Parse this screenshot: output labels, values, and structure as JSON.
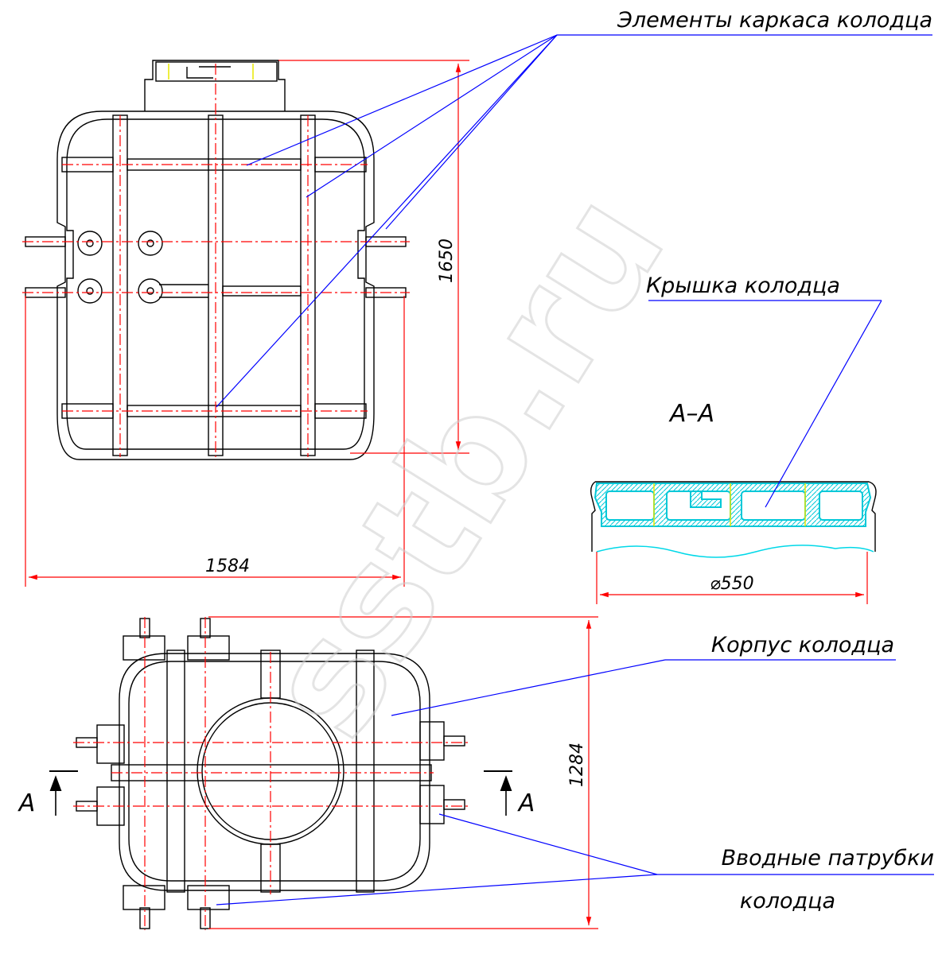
{
  "labels": {
    "frame_elements": "Элементы каркаса колодца",
    "lid": "Крышка колодца",
    "body": "Корпус колодца",
    "pipes_line1": "Вводные патрубки",
    "pipes_line2": "колодца",
    "section": "A–A",
    "section_mark_left": "A",
    "section_mark_right": "A"
  },
  "dimensions": {
    "height_front": "1650",
    "width_front": "1584",
    "lid_diameter": "⌀550",
    "width_plan": "1284"
  },
  "watermark": "sstb.ru",
  "colors": {
    "outline": "#000000",
    "dimension": "#ff0000",
    "leader": "#0000ff",
    "section": "#00c8d8",
    "accent": "#e8e800",
    "watermark": "#d8d8d8"
  }
}
